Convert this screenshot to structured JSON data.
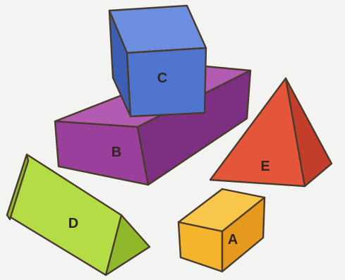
{
  "figure": {
    "shapes": [
      {
        "label": "A",
        "kind": "rectangular prism",
        "color": "#f4b42c"
      },
      {
        "label": "B",
        "kind": "rectangular prism",
        "color": "#9a3f9c"
      },
      {
        "label": "C",
        "kind": "cube",
        "color": "#4f75cf"
      },
      {
        "label": "D",
        "kind": "triangular prism",
        "color": "#a9d33a"
      },
      {
        "label": "E",
        "kind": "square pyramid",
        "color": "#e5553a"
      }
    ]
  }
}
